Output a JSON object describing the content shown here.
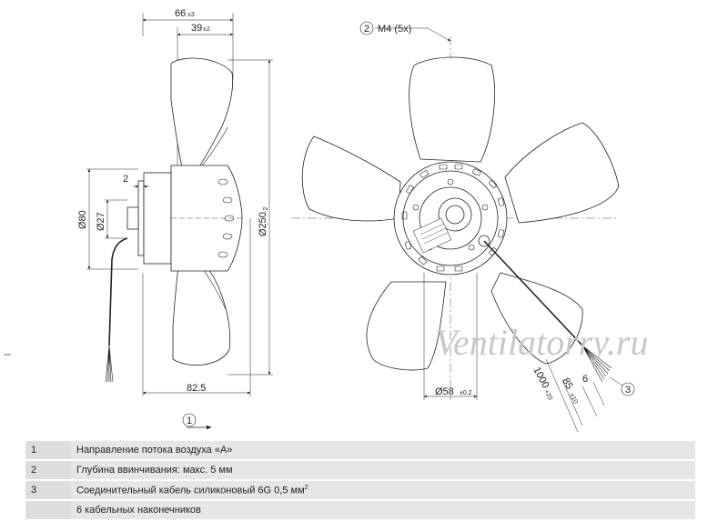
{
  "side_view": {
    "dim_total_depth": "66",
    "dim_total_depth_tol": "±3",
    "dim_hub_depth": "39",
    "dim_hub_depth_tol": "±2",
    "dim_flange": "2",
    "dim_d80": "Ø80",
    "dim_d27": "Ø27",
    "dim_d250": "Ø250",
    "dim_d250_tol": "-2",
    "dim_82_5": "82.5",
    "callout_1": "1"
  },
  "front_view": {
    "callout_2": "2",
    "thread_label": "M4 (5x)",
    "dim_d58": "Ø58",
    "dim_d58_tol": "±0.2",
    "cable_len": "1000",
    "cable_len_tol": "+20",
    "strip_len": "85",
    "strip_len_tol": "±10",
    "end_len": "6",
    "callout_3": "3"
  },
  "watermark": "Ventilatorry.ru",
  "legend": [
    {
      "num": "1",
      "text": "Направление потока воздуха «А»"
    },
    {
      "num": "2",
      "text": "Глубина ввинчивания: макс. 5 мм"
    },
    {
      "num": "3",
      "text": "Соединительный кабель силиконовый 6G 0,5 мм",
      "sup": "2"
    },
    {
      "num": "",
      "text": "6 кабельных наконечников"
    }
  ]
}
